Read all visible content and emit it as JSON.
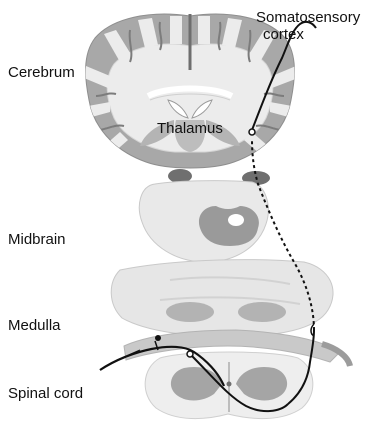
{
  "labels": {
    "cerebrum": "Cerebrum",
    "midbrain": "Midbrain",
    "medulla": "Medulla",
    "spinal_cord": "Spinal cord",
    "thalamus": "Thalamus",
    "somatosensory_line1": "Somatosensory",
    "somatosensory_line2": "cortex"
  },
  "colors": {
    "gray_matter": "#a8a8a8",
    "white_matter": "#ececec",
    "dark_nuclei": "#6f6f6f",
    "pathway": "#111111"
  }
}
